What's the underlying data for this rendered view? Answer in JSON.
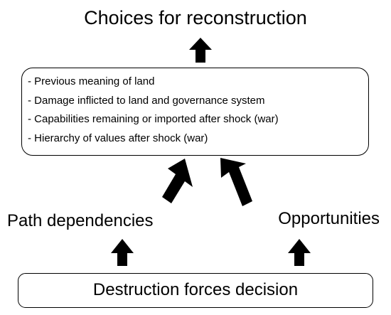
{
  "title": "Choices for reconstruction",
  "factors": [
    "- Previous meaning of land",
    "- Damage inflicted to land and governance system",
    "- Capabilities remaining or imported after shock (war)",
    "- Hierarchy of values after shock (war)"
  ],
  "left_label": "Path dependencies",
  "right_label": "Opportunities",
  "base_label": "Destruction forces decision",
  "colors": {
    "text": "#000000",
    "arrow": "#000000",
    "box_border": "#000000",
    "background": "#ffffff"
  }
}
